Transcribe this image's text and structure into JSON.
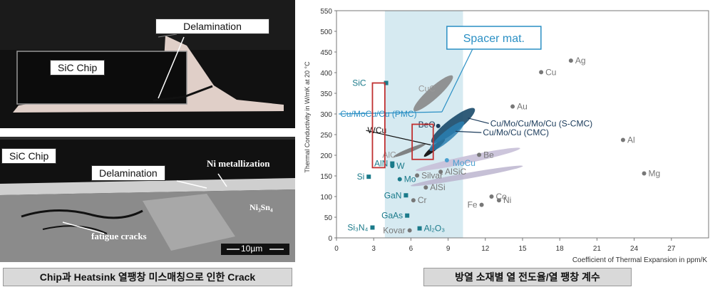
{
  "left_figure": {
    "top_photo": {
      "chip_label": "SiC Chip",
      "delam_label": "Delamination"
    },
    "sem_photo": {
      "chip_label": "SiC Chip",
      "delam_label": "Delamination",
      "ni_label": "Ni metallization",
      "nisn_label": "Ni₃Sn₄",
      "fatigue_label": "fatigue cracks",
      "scale_label": "10µm"
    },
    "caption": "Chip과 Heatsink 열팽창 미스매칭으로 인한 Crack"
  },
  "right_caption": "방열 소재별 열 전도율/열 팽창 계수",
  "chart_data": {
    "type": "scatter",
    "xlabel": "Coefficient of Thermal Expansion in ppm/K",
    "ylabel": "Thermal Conductivity in W/mK at 20 °C",
    "xlim": [
      0,
      30
    ],
    "ylim": [
      0,
      550
    ],
    "x_ticks": [
      0,
      3,
      6,
      9,
      12,
      15,
      18,
      21,
      24,
      27
    ],
    "y_ticks": [
      0,
      50,
      100,
      150,
      200,
      250,
      300,
      350,
      400,
      450,
      500,
      550
    ],
    "highlight_band_x": [
      3.9,
      10.2
    ],
    "points": [
      {
        "label": "Ag",
        "x": 18.9,
        "y": 429,
        "color": "#777777",
        "marker": "dot"
      },
      {
        "label": "Cu",
        "x": 16.5,
        "y": 401,
        "color": "#777777",
        "marker": "dot"
      },
      {
        "label": "Au",
        "x": 14.2,
        "y": 318,
        "color": "#777777",
        "marker": "dot"
      },
      {
        "label": "Al",
        "x": 23.1,
        "y": 237,
        "color": "#777777",
        "marker": "dot"
      },
      {
        "label": "Mg",
        "x": 24.8,
        "y": 156,
        "color": "#777777",
        "marker": "dot"
      },
      {
        "label": "Be",
        "x": 11.5,
        "y": 201,
        "color": "#777777",
        "marker": "dot"
      },
      {
        "label": "Co",
        "x": 12.5,
        "y": 100,
        "color": "#777777",
        "marker": "dot"
      },
      {
        "label": "Ni",
        "x": 13.1,
        "y": 91,
        "color": "#777777",
        "marker": "dot"
      },
      {
        "label": "Fe",
        "x": 11.7,
        "y": 80,
        "color": "#777777",
        "marker": "dot"
      },
      {
        "label": "SiC",
        "x": 4.0,
        "y": 375,
        "color": "#1a7a8a",
        "marker": "square"
      },
      {
        "label": "Si",
        "x": 2.6,
        "y": 148,
        "color": "#1a7a8a",
        "marker": "square"
      },
      {
        "label": "AlN",
        "x": 4.5,
        "y": 180,
        "color": "#1a7a8a",
        "marker": "square"
      },
      {
        "label": "W",
        "x": 4.5,
        "y": 174,
        "color": "#1a7a8a",
        "marker": "dot"
      },
      {
        "label": "Mo",
        "x": 5.1,
        "y": 142,
        "color": "#1a7a8a",
        "marker": "dot"
      },
      {
        "label": "GaN",
        "x": 5.6,
        "y": 103,
        "color": "#1a7a8a",
        "marker": "square"
      },
      {
        "label": "GaAs",
        "x": 5.7,
        "y": 54,
        "color": "#1a7a8a",
        "marker": "square"
      },
      {
        "label": "Si₃N₄",
        "x": 2.9,
        "y": 25,
        "color": "#1a7a8a",
        "marker": "square"
      },
      {
        "label": "Al₂O₃",
        "x": 6.7,
        "y": 23,
        "color": "#1a7a8a",
        "marker": "square"
      },
      {
        "label": "Kovar",
        "x": 5.9,
        "y": 18,
        "color": "#777777",
        "marker": "dot"
      },
      {
        "label": "Cr",
        "x": 6.2,
        "y": 91,
        "color": "#777777",
        "marker": "dot"
      },
      {
        "label": "AlSi",
        "x": 7.2,
        "y": 122,
        "color": "#777777",
        "marker": "dot"
      },
      {
        "label": "Silvar",
        "x": 6.5,
        "y": 151,
        "color": "#777777",
        "marker": "dot"
      },
      {
        "label": "AlSiC",
        "x": 8.4,
        "y": 160,
        "color": "#777777",
        "marker": "dot"
      },
      {
        "label": "BeO",
        "x": 8.2,
        "y": 271,
        "color": "#1a3a5a",
        "marker": "dot"
      },
      {
        "label": "MoCu",
        "x": 8.9,
        "y": 188,
        "color": "#4aa0d0",
        "marker": "dot"
      }
    ],
    "callouts": [
      {
        "label": "Cu/MoCu/Cu (PMC)",
        "color": "#2a8fc4"
      },
      {
        "label": "WCu",
        "color": "#111111"
      },
      {
        "label": "AlC",
        "color": "#999999"
      },
      {
        "label": "CuC",
        "color": "#999999"
      },
      {
        "label": "Cu/Mo/Cu/Mo/Cu (S-CMC)",
        "color": "#1a3a5a"
      },
      {
        "label": "Cu/Mo/Cu (CMC)",
        "color": "#1a3a5a"
      }
    ],
    "annotation": "Spacer mat."
  }
}
